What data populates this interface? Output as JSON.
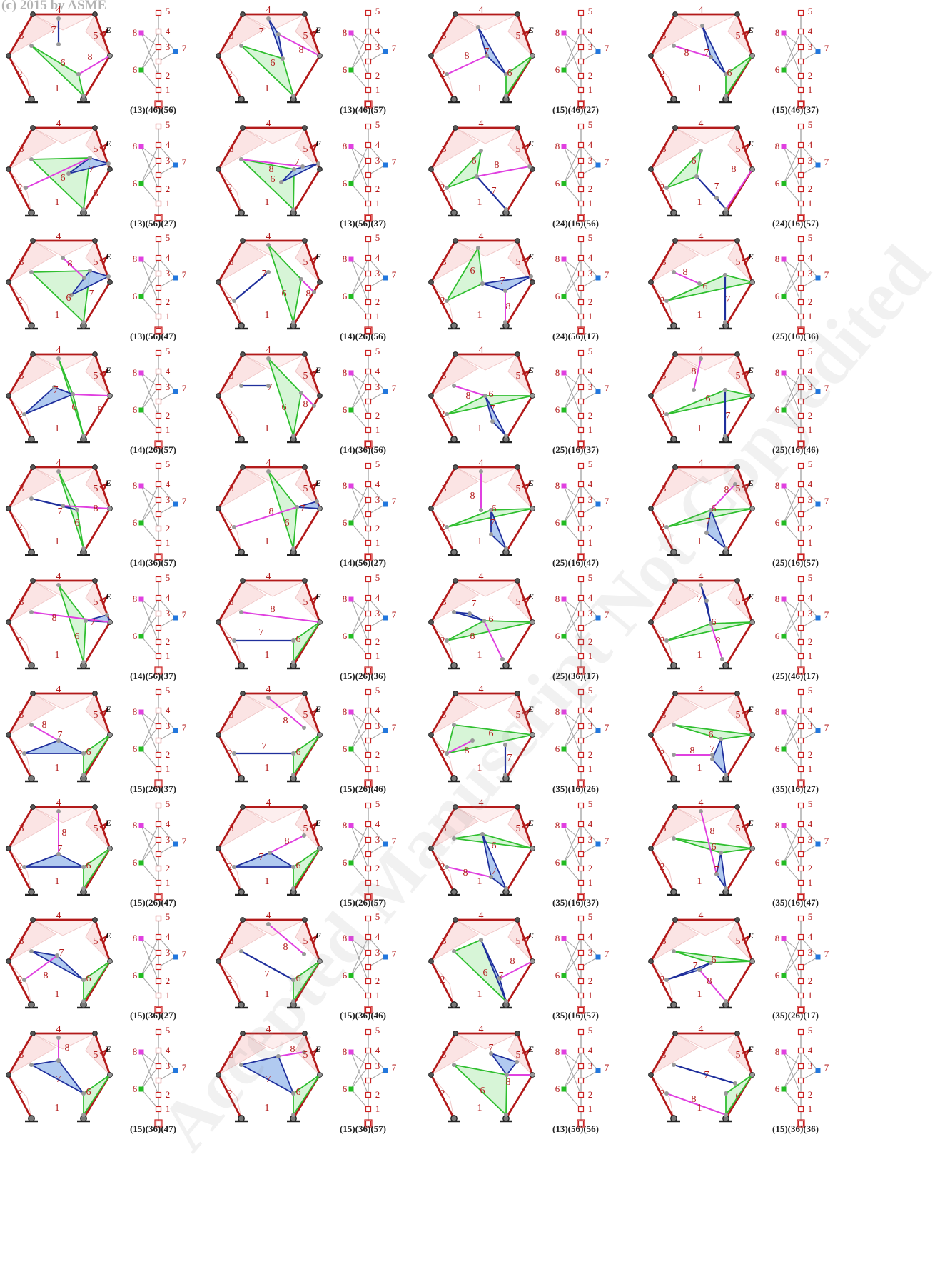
{
  "copyright": "(c) 2015 by ASME",
  "watermark": "Accepted Manuscript Not Copyedited",
  "end_effector_label": "E",
  "link_numbers": [
    "1",
    "2",
    "3",
    "4",
    "5",
    "6",
    "7",
    "8"
  ],
  "colors": {
    "frame": "#b31a1a",
    "frame_light": "#f0c8c8",
    "link6": "#2fbf2f",
    "link6_fill": "#c9f2c9",
    "link7": "#1f2f9c",
    "link7_fill": "#a9c4ee",
    "link8": "#e040e0",
    "joint": "#999999",
    "graph_edge": "#a8a8a8",
    "graph_node": "#cc2222"
  },
  "mechanisms": [
    {
      "code": "(13)(46)(56)"
    },
    {
      "code": "(13)(46)(57)"
    },
    {
      "code": "(15)(46)(27)"
    },
    {
      "code": "(15)(46)(37)"
    },
    {
      "code": "(13)(56)(27)"
    },
    {
      "code": "(13)(56)(37)"
    },
    {
      "code": "(24)(16)(56)"
    },
    {
      "code": "(24)(16)(57)"
    },
    {
      "code": "(13)(56)(47)"
    },
    {
      "code": "(14)(26)(56)"
    },
    {
      "code": "(24)(56)(17)"
    },
    {
      "code": "(25)(16)(36)"
    },
    {
      "code": "(14)(26)(57)"
    },
    {
      "code": "(14)(36)(56)"
    },
    {
      "code": "(25)(16)(37)"
    },
    {
      "code": "(25)(16)(46)"
    },
    {
      "code": "(14)(36)(57)"
    },
    {
      "code": "(14)(56)(27)"
    },
    {
      "code": "(25)(16)(47)"
    },
    {
      "code": "(25)(16)(57)"
    },
    {
      "code": "(14)(56)(37)"
    },
    {
      "code": "(15)(26)(36)"
    },
    {
      "code": "(25)(36)(17)"
    },
    {
      "code": "(25)(46)(17)"
    },
    {
      "code": "(15)(26)(37)"
    },
    {
      "code": "(15)(26)(46)"
    },
    {
      "code": "(35)(16)(26)"
    },
    {
      "code": "(35)(16)(27)"
    },
    {
      "code": "(15)(26)(47)"
    },
    {
      "code": "(15)(26)(57)"
    },
    {
      "code": "(35)(16)(37)"
    },
    {
      "code": "(35)(16)(47)"
    },
    {
      "code": "(15)(36)(27)"
    },
    {
      "code": "(15)(36)(46)"
    },
    {
      "code": "(35)(16)(57)"
    },
    {
      "code": "(35)(26)(17)"
    },
    {
      "code": "(15)(36)(47)"
    },
    {
      "code": "(15)(36)(57)"
    },
    {
      "code": "(13)(56)(56)"
    },
    {
      "code": "(15)(36)(36)"
    }
  ]
}
